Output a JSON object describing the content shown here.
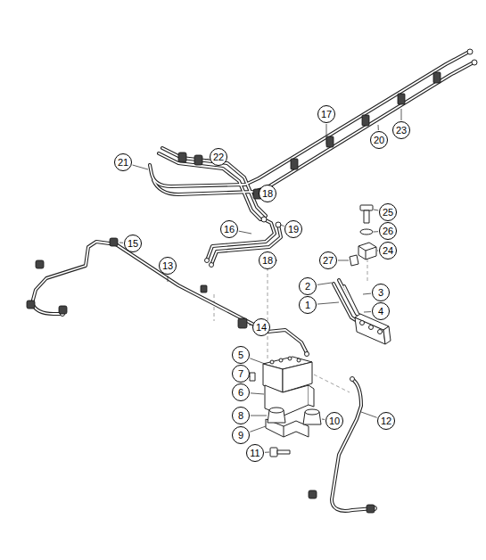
{
  "diagram": {
    "nodes": [
      {
        "text": [
          "17"
        ]
      },
      {
        "text": [
          "20"
        ]
      },
      {
        "text": [
          "23"
        ]
      },
      {
        "text": [
          "21"
        ]
      },
      {
        "text": [
          "22"
        ]
      },
      {
        "text": [
          "18"
        ]
      },
      {
        "text": [
          "25"
        ]
      },
      {
        "text": [
          "16"
        ]
      },
      {
        "text": [
          "19"
        ]
      },
      {
        "text": [
          "26"
        ]
      },
      {
        "text": [
          "15"
        ]
      },
      {
        "text": [
          "24"
        ]
      },
      {
        "text": [
          "27"
        ]
      },
      {
        "text": [
          "18"
        ]
      },
      {
        "text": [
          "13"
        ]
      },
      {
        "text": [
          "2"
        ]
      },
      {
        "text": [
          "3"
        ]
      },
      {
        "text": [
          "1"
        ]
      },
      {
        "text": [
          "4"
        ]
      },
      {
        "text": [
          "14"
        ]
      },
      {
        "text": [
          "5"
        ]
      },
      {
        "text": [
          "7"
        ]
      },
      {
        "text": [
          "6"
        ]
      },
      {
        "text": [
          "8"
        ]
      },
      {
        "text": [
          "10"
        ]
      },
      {
        "text": [
          "12"
        ]
      },
      {
        "text": [
          "9"
        ]
      },
      {
        "text": [
          "11"
        ]
      }
    ]
  }
}
